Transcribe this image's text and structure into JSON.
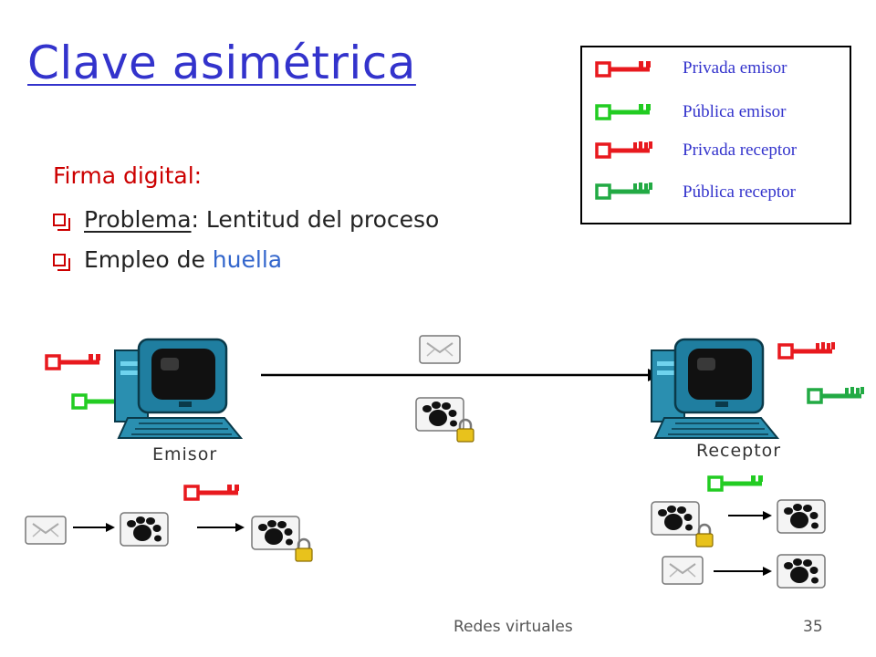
{
  "slide": {
    "title": "Clave asimétrica",
    "subtitle": "Firma digital:",
    "bullets": [
      {
        "label_underlined": "Problema",
        "text": ": Lentitud del proceso"
      },
      {
        "text": "Empleo de ",
        "highlight": "huella"
      }
    ]
  },
  "legend": {
    "items": [
      {
        "label": "Privada emisor",
        "color": "#e8191e",
        "icon": "private-sender-key-icon"
      },
      {
        "label": "Pública emisor",
        "color": "#22cc22",
        "icon": "public-sender-key-icon"
      },
      {
        "label": "Privada receptor",
        "color": "#e8191e",
        "icon": "private-receiver-key-icon"
      },
      {
        "label": "Pública receptor",
        "color": "#22aa44",
        "icon": "public-receiver-key-icon"
      }
    ]
  },
  "diagram": {
    "sender_label": "Emisor",
    "receiver_label": "Receptor"
  },
  "footer": {
    "course": "Redes virtuales",
    "page_number": "35"
  },
  "colors": {
    "title": "#3333cc",
    "accent_red": "#cc0000",
    "key_red": "#e8191e",
    "key_green": "#22cc22"
  }
}
